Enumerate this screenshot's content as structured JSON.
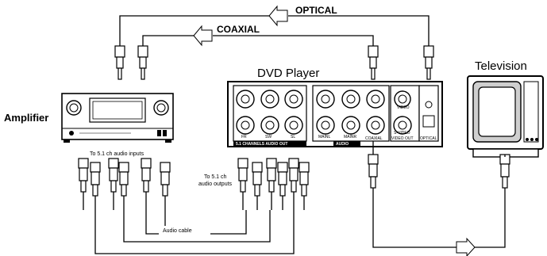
{
  "labels": {
    "optical": "OPTICAL",
    "coaxial": "COAXIAL",
    "dvd_player": "DVD Player",
    "television": "Television",
    "amplifier": "Amplifier",
    "audio_inputs": "To 5.1 ch audio inputs",
    "audio_outputs_line1": "To 5.1 ch",
    "audio_outputs_line2": "audio outputs",
    "audio_cable": "Audio cable"
  },
  "dvd_panel": {
    "channels_audio_out": "5.1 CHANNELS AUDIO OUT",
    "video_out": "VIDEO OUT",
    "optical_port": "OPTICAL",
    "coaxial_port": "COAXIAL",
    "s_video": "S-VIDEO",
    "video": "VIDEO",
    "mainl": "MAINL",
    "mainr": "MAINR",
    "fr": "FR",
    "sw": "SW",
    "sl": "SL",
    "audio": "AUDIO"
  },
  "colors": {
    "line": "#000000",
    "panel": "#ffffff",
    "screen_gray": "#cfcfcf",
    "dark": "#222222"
  }
}
